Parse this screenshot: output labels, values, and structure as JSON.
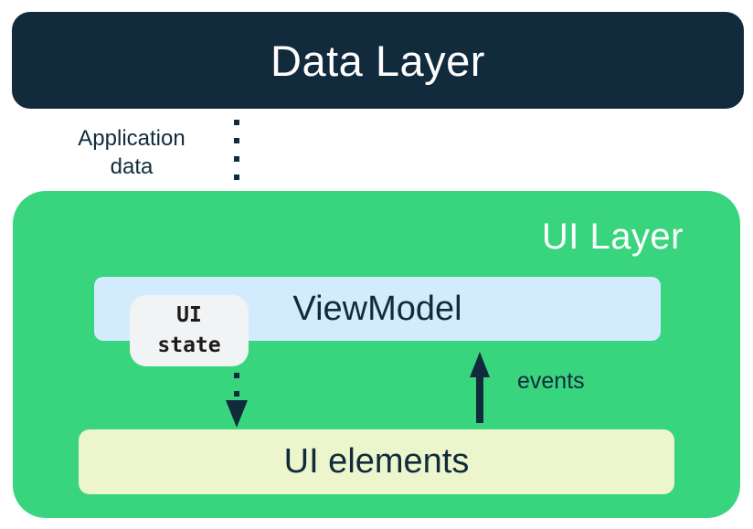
{
  "data_layer": {
    "label": "Data Layer"
  },
  "application_data_arrow": {
    "label_lines": [
      "Application",
      "data"
    ],
    "style": "dotted",
    "direction": "down"
  },
  "ui_layer": {
    "label": "UI Layer"
  },
  "viewmodel": {
    "label": "ViewModel"
  },
  "ui_state_badge": {
    "lines": [
      "UI",
      "state"
    ]
  },
  "events_arrow": {
    "label": "events",
    "style": "solid",
    "direction": "up"
  },
  "ui_elements": {
    "label": "UI elements"
  },
  "colors": {
    "navy": "#112B3D",
    "green": "#39D57E",
    "light_blue": "#D3ECFD",
    "cream": "#ECF5CC",
    "light_gray": "#F1F3F4",
    "white": "#FFFFFF"
  }
}
